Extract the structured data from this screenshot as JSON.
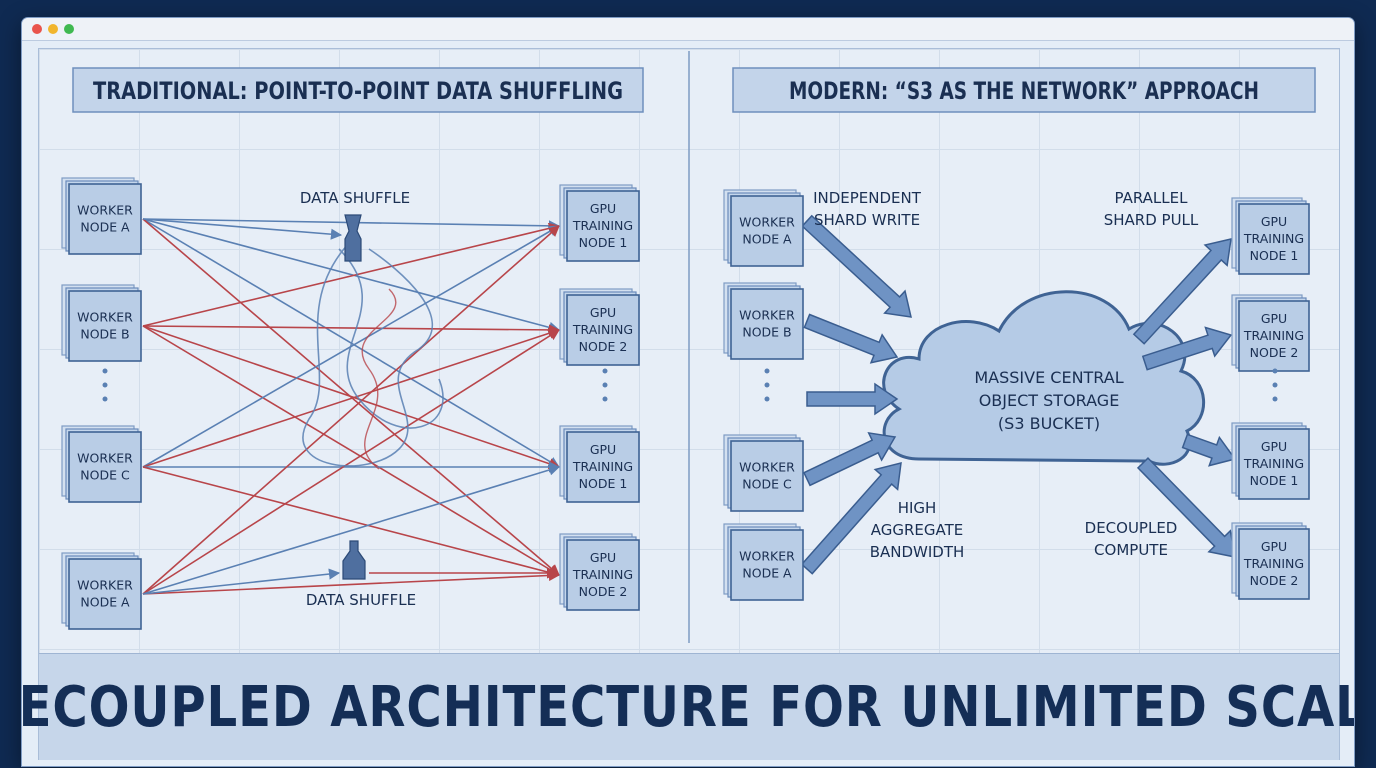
{
  "left_panel": {
    "title": "TRADITIONAL: POINT-TO-POINT DATA SHUFFLING",
    "workers": [
      {
        "line1": "WORKER",
        "line2": "NODE A"
      },
      {
        "line1": "WORKER",
        "line2": "NODE B"
      },
      {
        "line1": "WORKER",
        "line2": "NODE C"
      },
      {
        "line1": "WORKER",
        "line2": "NODE A"
      }
    ],
    "gpus": [
      {
        "line1": "GPU",
        "line2": "TRAINING",
        "line3": "NODE 1"
      },
      {
        "line1": "GPU",
        "line2": "TRAINING",
        "line3": "NODE 2"
      },
      {
        "line1": "GPU",
        "line2": "TRAINING",
        "line3": "NODE 1"
      },
      {
        "line1": "GPU",
        "line2": "TRAINING",
        "line3": "NODE 2"
      }
    ],
    "shuffle_label_top": "DATA SHUFFLE",
    "shuffle_label_bottom": "DATA SHUFFLE"
  },
  "right_panel": {
    "title": "MODERN: “S3 AS THE NETWORK” APPROACH",
    "workers": [
      {
        "line1": "WORKER",
        "line2": "NODE A"
      },
      {
        "line1": "WORKER",
        "line2": "NODE B"
      },
      {
        "line1": "WORKER",
        "line2": "NODE C"
      },
      {
        "line1": "WORKER",
        "line2": "NODE A"
      }
    ],
    "gpus": [
      {
        "line1": "GPU",
        "line2": "TRAINING",
        "line3": "NODE 1"
      },
      {
        "line1": "GPU",
        "line2": "TRAINING",
        "line3": "NODE 2"
      },
      {
        "line1": "GPU",
        "line2": "TRAINING",
        "line3": "NODE 1"
      },
      {
        "line1": "GPU",
        "line2": "TRAINING",
        "line3": "NODE 2"
      }
    ],
    "cloud": {
      "line1": "MASSIVE CENTRAL",
      "line2": "OBJECT STORAGE",
      "line3": "(S3 BUCKET)"
    },
    "labels": {
      "independent_write": [
        "INDEPENDENT",
        "SHARD WRITE"
      ],
      "parallel_pull": [
        "PARALLEL",
        "SHARD PULL"
      ],
      "high_bandwidth": [
        "HIGH",
        "AGGREGATE",
        "BANDWIDTH"
      ],
      "decoupled_compute": [
        "DECOUPLED",
        "COMPUTE"
      ]
    }
  },
  "banner": {
    "text": "DECOUPLED ARCHITECTURE FOR UNLIMITED SCALE"
  },
  "colors": {
    "background": "#0f2a52",
    "panel": "#e7eef7",
    "box_fill": "#b9cde6",
    "box_stroke": "#3f6394",
    "line_blue": "#5a80b3",
    "line_red": "#b8454a",
    "text": "#1a2f52"
  }
}
